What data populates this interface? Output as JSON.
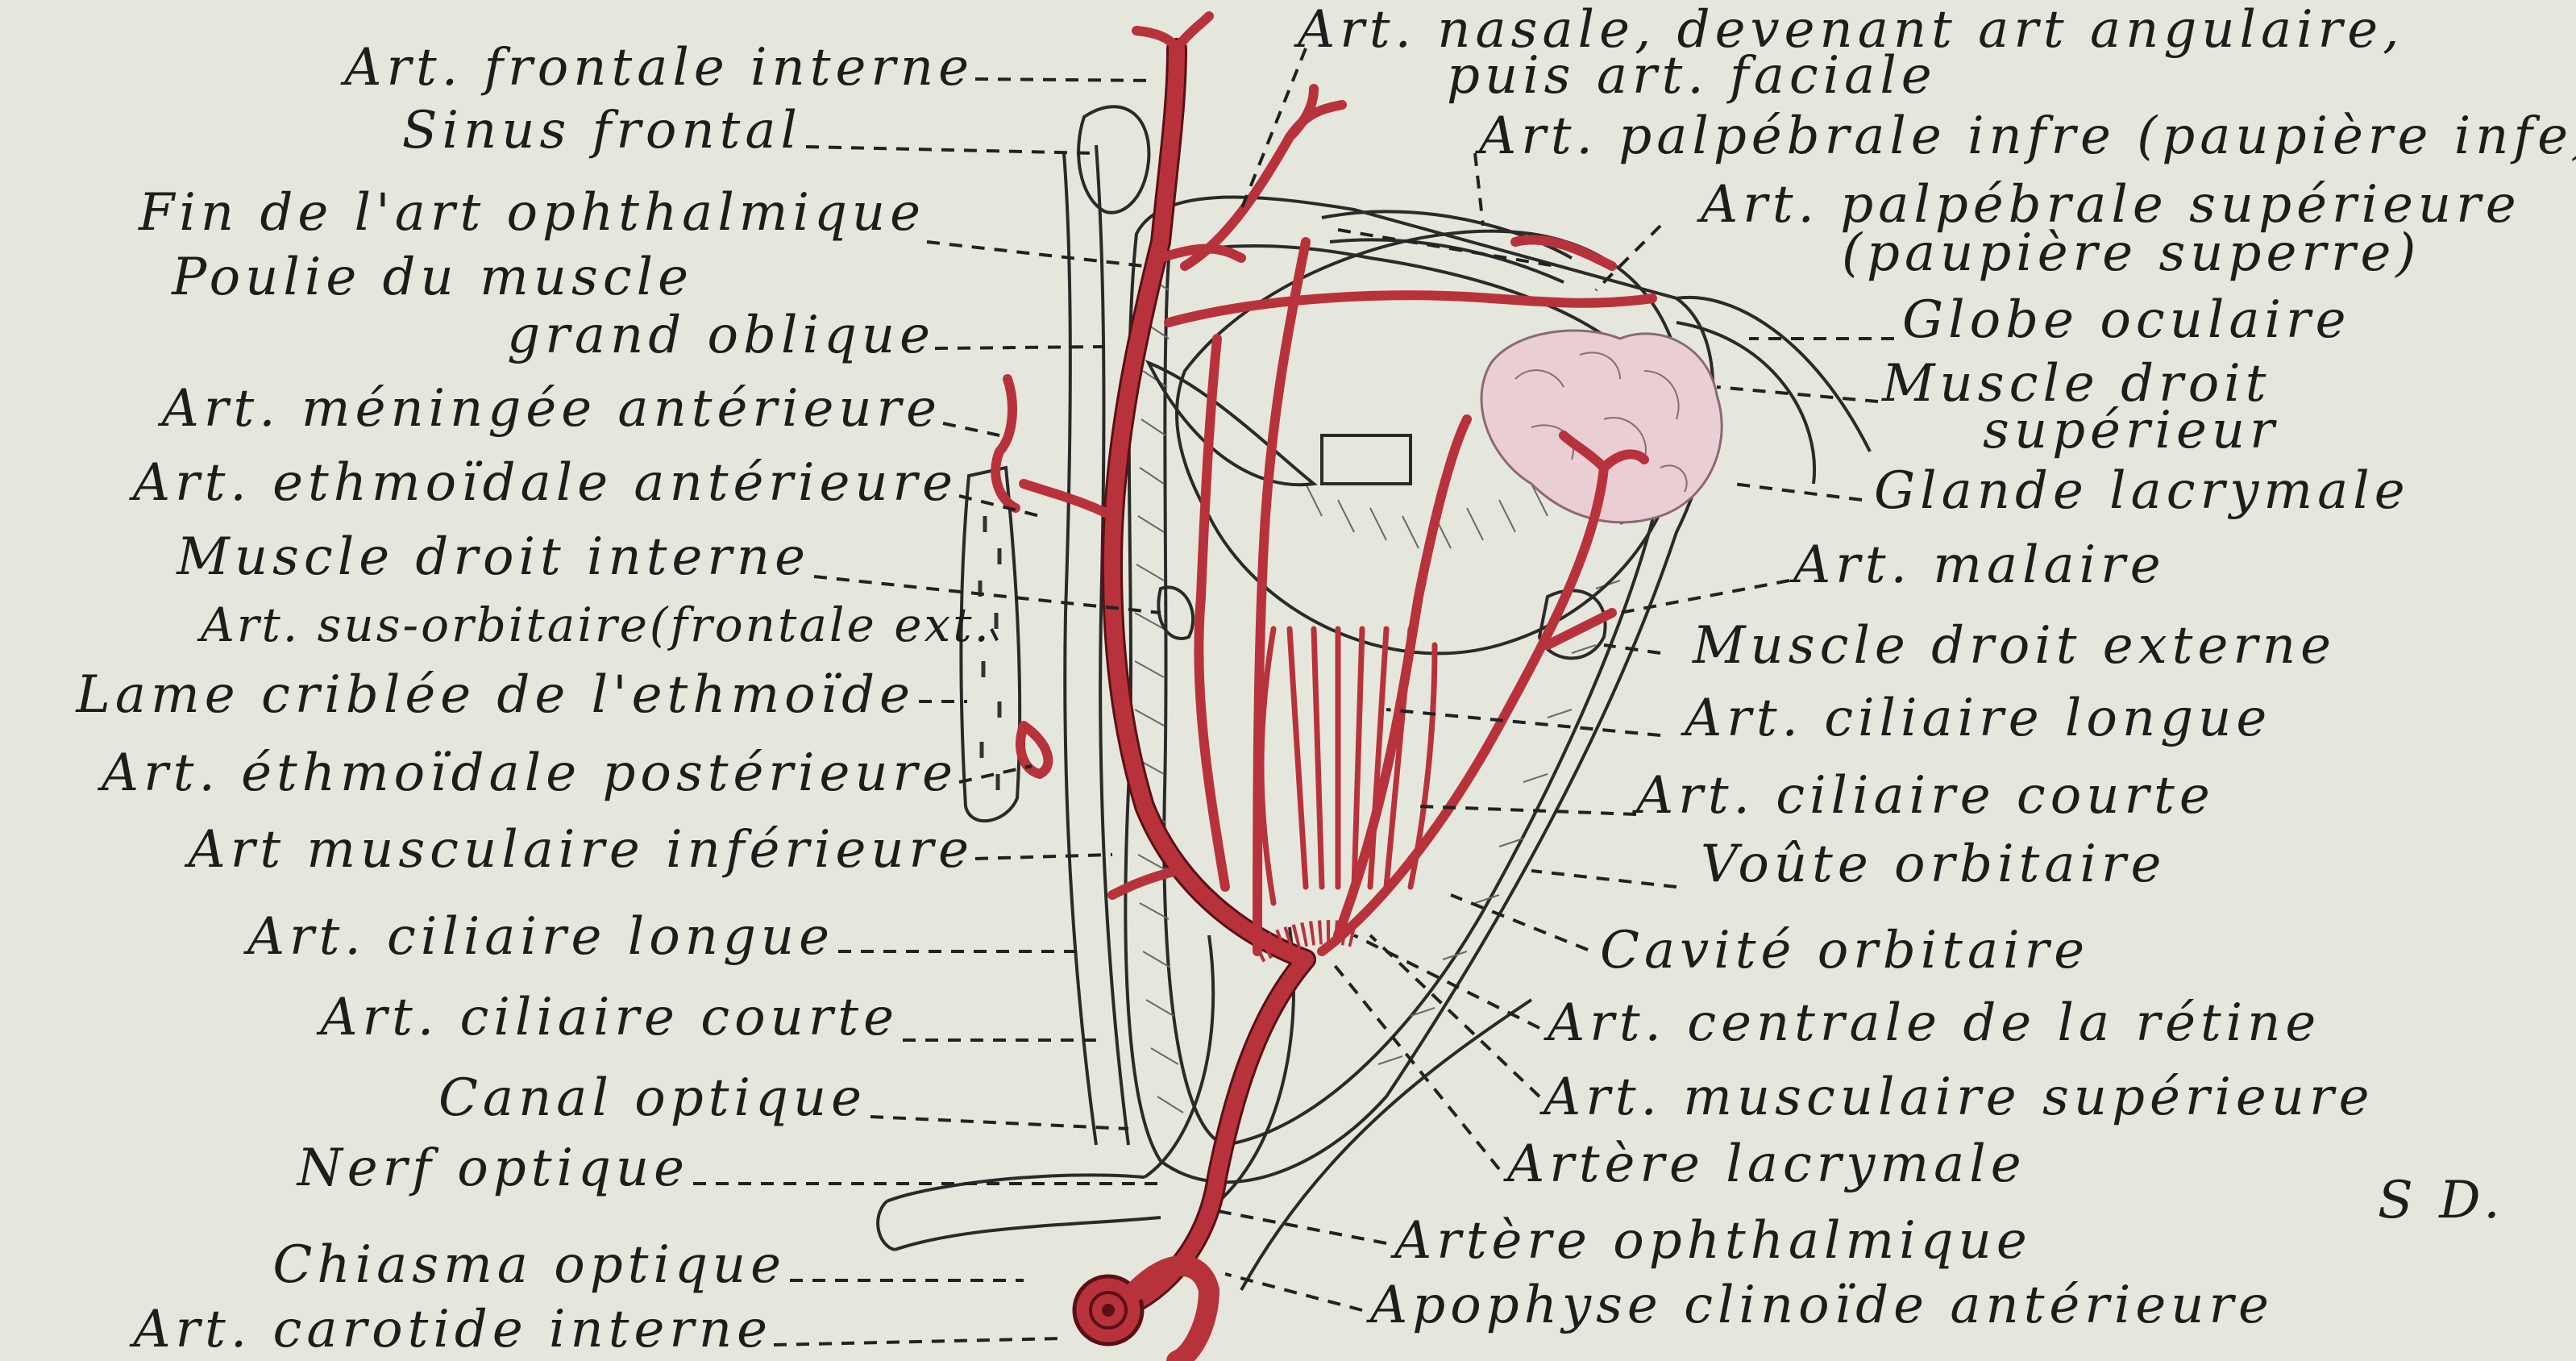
{
  "labels_left": [
    {
      "id": "art-frontale-interne",
      "text": "Art. frontale interne"
    },
    {
      "id": "sinus-frontal",
      "text": "Sinus frontal"
    },
    {
      "id": "fin-art-ophtalmique",
      "text": "Fin de l'art ophthalmique"
    },
    {
      "id": "poulie-line1",
      "text": "Poulie du muscle"
    },
    {
      "id": "poulie-line2",
      "text": "grand oblique"
    },
    {
      "id": "art-meningee-anterieure",
      "text": "Art. méningée antérieure"
    },
    {
      "id": "art-ethmoidale-anterieure",
      "text": "Art. ethmoïdale antérieure"
    },
    {
      "id": "muscle-droit-interne",
      "text": "Muscle droit interne"
    },
    {
      "id": "art-sus-orbitaire",
      "text": "Art. sus-orbitaire(frontale ext."
    },
    {
      "id": "lame-criblee",
      "text": "Lame criblée de l'ethmoïde"
    },
    {
      "id": "art-ethmoidale-posterieure",
      "text": "Art. éthmoïdale postérieure"
    },
    {
      "id": "art-musculaire-inferieure",
      "text": "Art musculaire inférieure"
    },
    {
      "id": "art-ciliaire-longue-left",
      "text": "Art. ciliaire longue"
    },
    {
      "id": "art-ciliaire-courte-left",
      "text": "Art. ciliaire courte"
    },
    {
      "id": "canal-optique",
      "text": "Canal optique"
    },
    {
      "id": "nerf-optique",
      "text": "Nerf optique"
    },
    {
      "id": "chiasma-optique",
      "text": "Chiasma optique"
    },
    {
      "id": "art-carotide-interne",
      "text": "Art. carotide interne"
    }
  ],
  "labels_right": [
    {
      "id": "art-nasale-line1",
      "text": "Art. nasale, devenant art angulaire,"
    },
    {
      "id": "art-nasale-line2",
      "text": "puis art. faciale"
    },
    {
      "id": "art-palpebrale-inf",
      "text": "Art. palpébrale infre (paupière infe)"
    },
    {
      "id": "art-palpebrale-sup-line1",
      "text": "Art. palpébrale supérieure"
    },
    {
      "id": "art-palpebrale-sup-line2",
      "text": "(paupière superre)"
    },
    {
      "id": "globe-oculaire",
      "text": "Globe oculaire"
    },
    {
      "id": "muscle-droit-sup-line1",
      "text": "Muscle droit"
    },
    {
      "id": "muscle-droit-sup-line2",
      "text": "supérieur"
    },
    {
      "id": "glande-lacrymale",
      "text": "Glande lacrymale"
    },
    {
      "id": "art-malaire",
      "text": "Art. malaire"
    },
    {
      "id": "muscle-droit-externe",
      "text": "Muscle droit externe"
    },
    {
      "id": "art-ciliaire-longue-right",
      "text": "Art. ciliaire longue"
    },
    {
      "id": "art-ciliaire-courte-right",
      "text": "Art. ciliaire courte"
    },
    {
      "id": "voute-orbitaire",
      "text": "Voûte orbitaire"
    },
    {
      "id": "cavite-orbitaire",
      "text": "Cavité orbitaire"
    },
    {
      "id": "art-centrale-retine",
      "text": "Art. centrale de la rétine"
    },
    {
      "id": "art-musculaire-superieure",
      "text": "Art. musculaire supérieure"
    },
    {
      "id": "artere-lacrymale",
      "text": "Artère lacrymale"
    },
    {
      "id": "artere-ophthalmique",
      "text": "Artère ophthalmique"
    },
    {
      "id": "apophyse-clinoide",
      "text": "Apophyse clinoïde antérieure"
    }
  ],
  "signature": "S D.",
  "colors": {
    "background": "#e5e7dc",
    "artery": "#b8323c",
    "gland": "#e9cfd3",
    "ink": "#1d1d1b"
  }
}
